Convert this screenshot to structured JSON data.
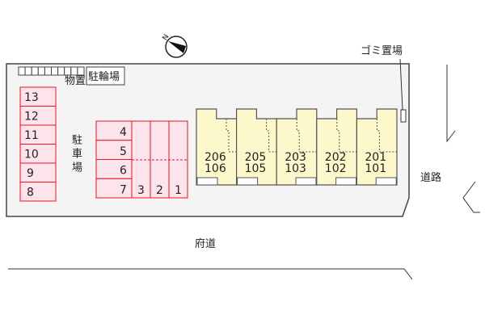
{
  "labels": {
    "storage": "物置",
    "bicycle_parking": "駐輪場",
    "parking": "駐車場",
    "garbage": "ゴミ置場",
    "road": "道路",
    "prefectural_road": "府道",
    "compass": "N"
  },
  "parking_left": [
    "13",
    "12",
    "11",
    "10",
    "9",
    "8"
  ],
  "parking_center_rows": [
    "4",
    "5",
    "6",
    "7"
  ],
  "parking_center_cols": [
    "3",
    "2",
    "1"
  ],
  "units": [
    {
      "upper": "206",
      "lower": "106"
    },
    {
      "upper": "205",
      "lower": "105"
    },
    {
      "upper": "203",
      "lower": "103"
    },
    {
      "upper": "202",
      "lower": "102"
    },
    {
      "upper": "201",
      "lower": "101"
    }
  ],
  "colors": {
    "parking_fill": "#fde4ec",
    "parking_stroke": "#e8141e",
    "building_fill": "#fdf8cc",
    "site_fill": "#f4f4f4"
  }
}
